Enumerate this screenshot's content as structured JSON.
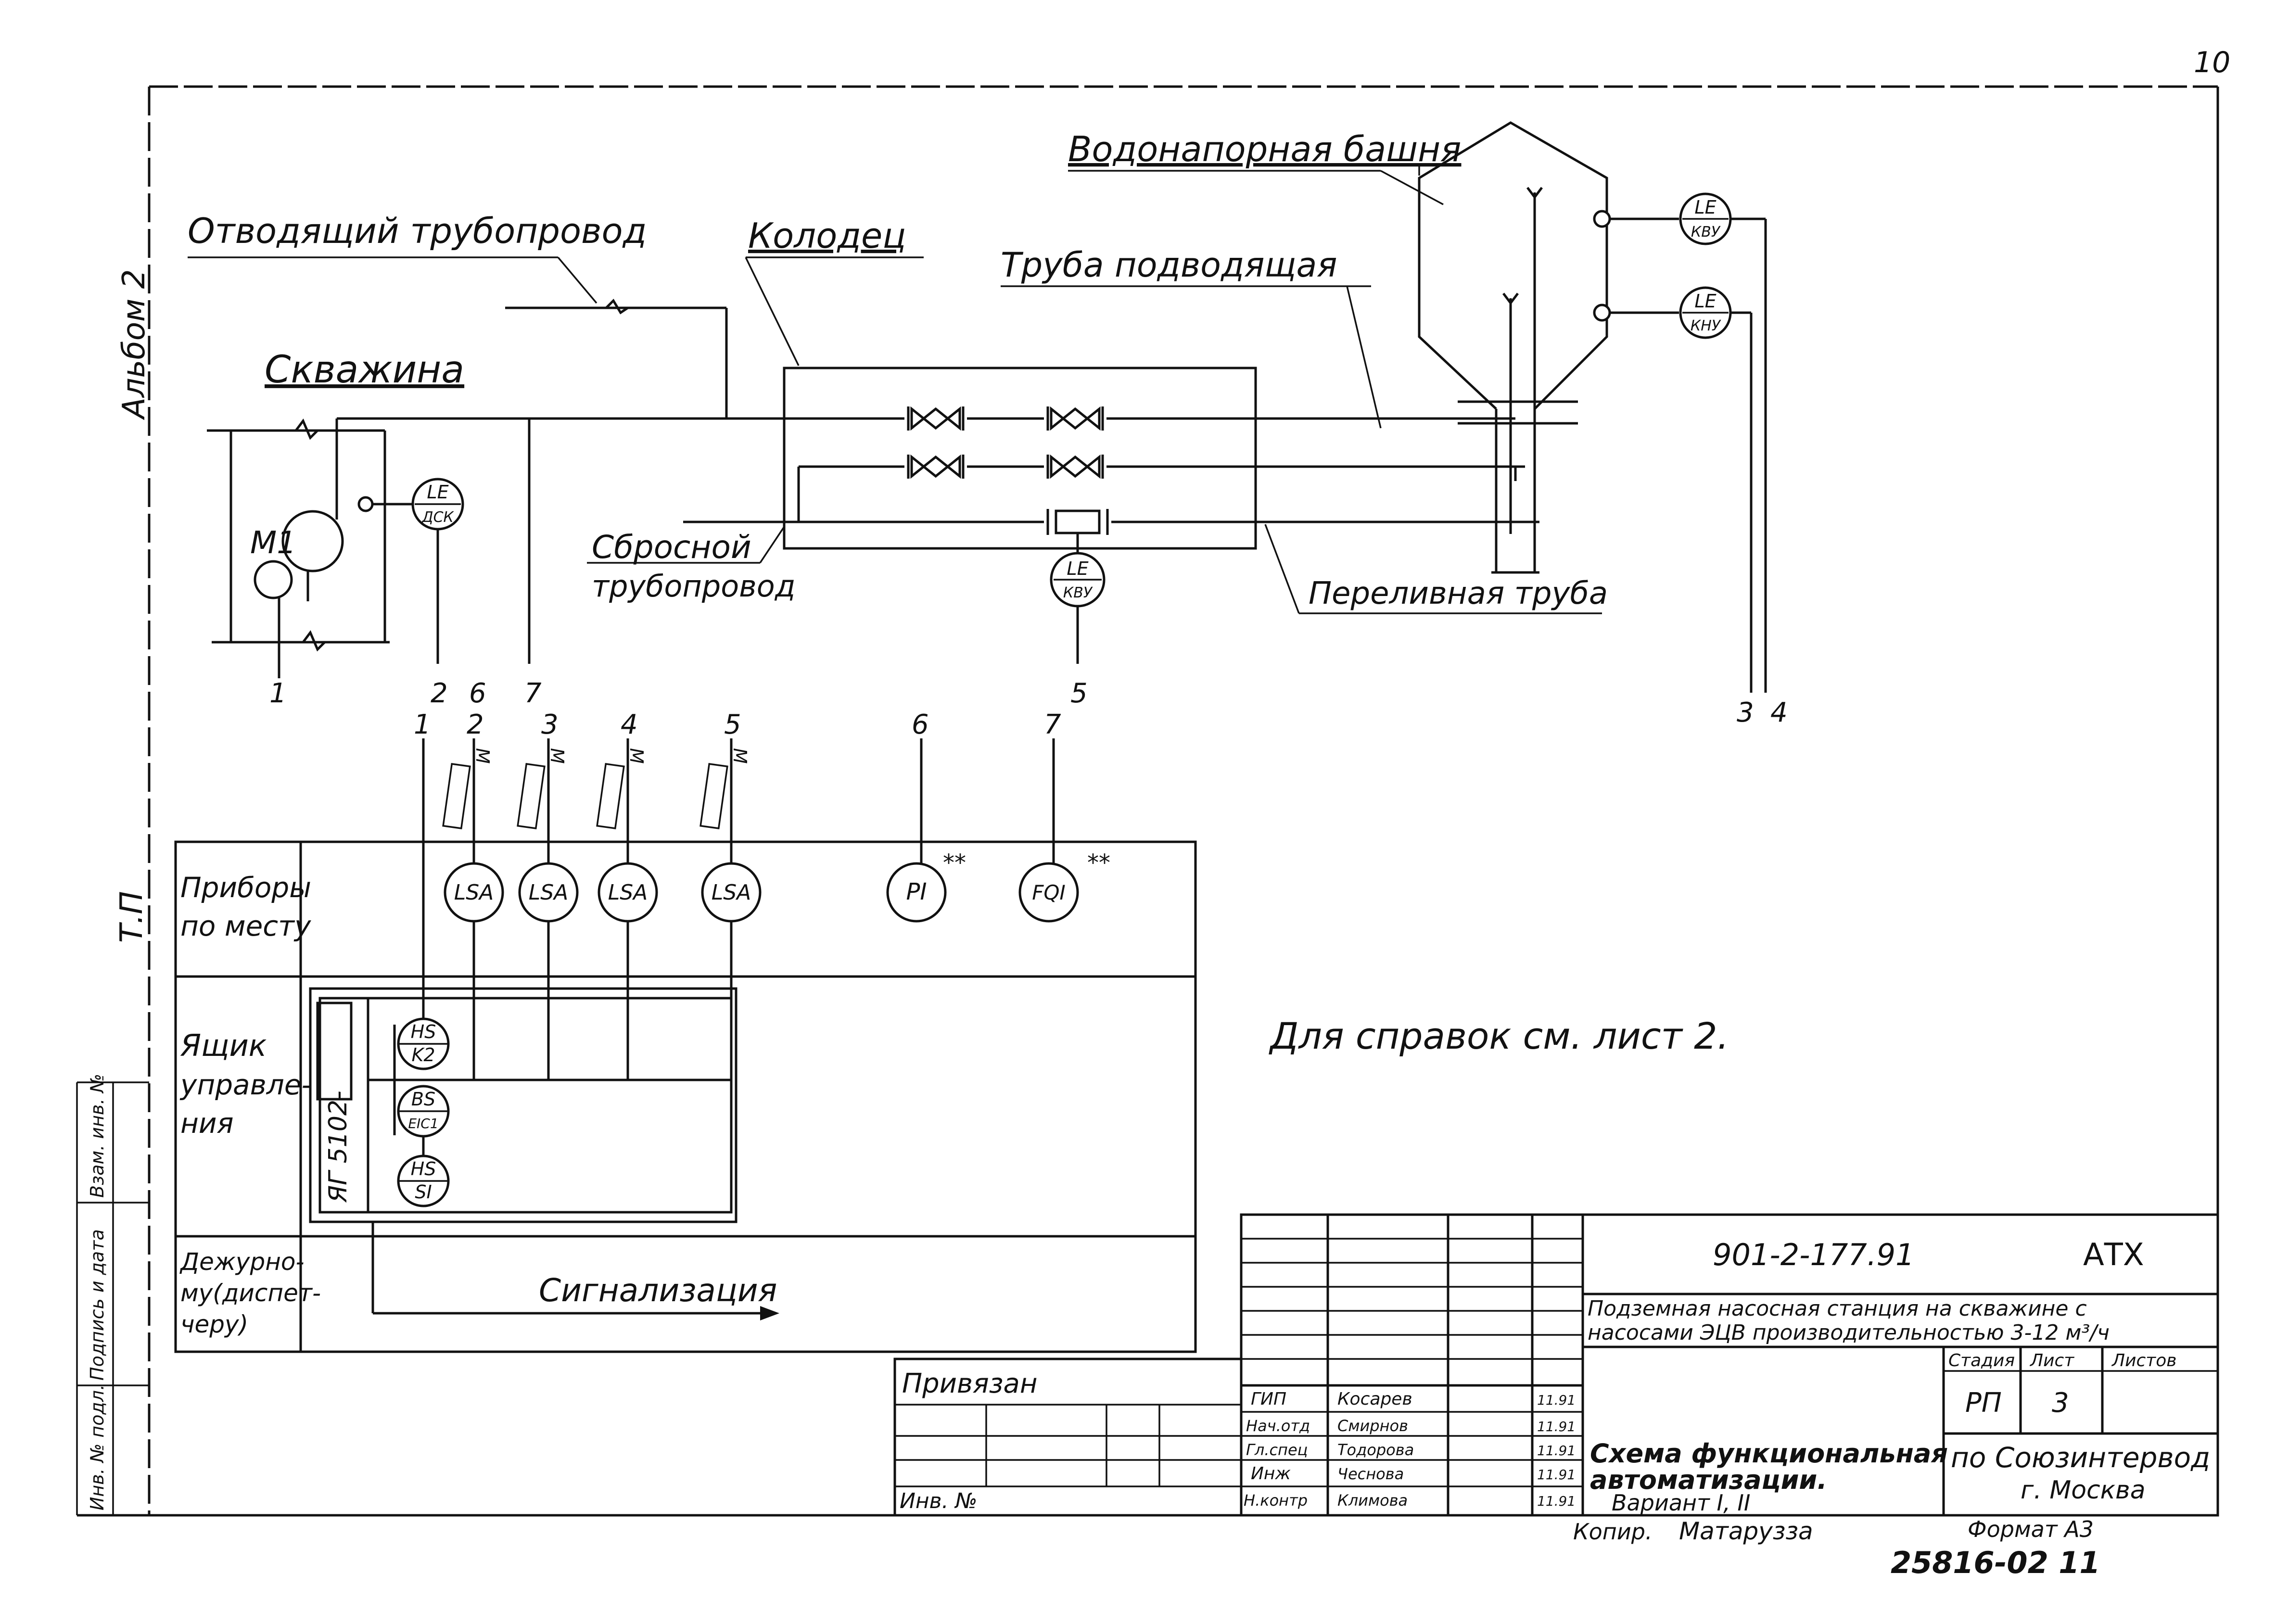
{
  "sheet_number": "10",
  "margin_labels": {
    "album": "Альбом 2",
    "tp": "Т.П",
    "inv_podl": "Инв. № подл.",
    "podpis": "Подпись и дата",
    "vzam": "Взам. инв. №"
  },
  "labels": {
    "water_tower": "Водонапорная башня",
    "discharge_pipe": "Отводящий трубопровод",
    "well_pit": "Колодец",
    "supply_pipe": "Труба подводящая",
    "borehole": "Скважина",
    "drain_pipe_1": "Сбросной",
    "drain_pipe_2": "трубопровод",
    "overflow_pipe": "Переливная труба",
    "pump": "М1",
    "reference_note": "Для справок см. лист 2.",
    "signal": "Сигнализация",
    "control_box_id": "ЯГ 5102-",
    "remark_mark": "**",
    "cable_mark": "М"
  },
  "field_instruments": [
    {
      "top": "LE",
      "bottom": "ДСК"
    },
    {
      "top": "LE",
      "bottom": "КВУ"
    },
    {
      "top": "LE",
      "bottom": "КВУ"
    },
    {
      "top": "LE",
      "bottom": "КНУ"
    }
  ],
  "line_numbers": {
    "field": [
      "1",
      "2",
      "6",
      "7",
      "5",
      "3",
      "4"
    ],
    "panel": [
      "1",
      "2",
      "3",
      "4",
      "5",
      "6",
      "7"
    ]
  },
  "rows": [
    {
      "line1": "Приборы",
      "line2": "по месту",
      "line3": ""
    },
    {
      "line1": "Ящик",
      "line2": "управле-",
      "line3": "ния"
    },
    {
      "line1": "Дежурно-",
      "line2": "му(диспет-",
      "line3": "черу)"
    }
  ],
  "panel_instruments": [
    "LSA",
    "LSA",
    "LSA",
    "LSA",
    "PI",
    "FQI"
  ],
  "box_instruments": [
    {
      "top": "HS",
      "bottom": "K2"
    },
    {
      "top": "BS",
      "bottom": "EIС1"
    },
    {
      "top": "HS",
      "bottom": "SI"
    }
  ],
  "title_block": {
    "code": "901-2-177.91",
    "mark": "АТХ",
    "description_1": "Подземная насосная станция на скважине с",
    "description_2": "насосами ЭЦВ производительностью 3-12 м³/ч",
    "stage_header": "Стадия",
    "sheet_header": "Лист",
    "sheets_header": "Листов",
    "stage": "РП",
    "sheet": "3",
    "sheets": "",
    "drawing_title_1": "Схема функциональная",
    "drawing_title_2": "автоматизации.",
    "drawing_title_3": "Вариант I, II",
    "org_1": "по Союзинтервод",
    "org_2": "г. Москва",
    "signers": [
      {
        "role": "ГИП",
        "name": "Косарев",
        "date": "11.91"
      },
      {
        "role": "Нач.отд",
        "name": "Смирнов",
        "date": "11.91"
      },
      {
        "role": "Гл.спец",
        "name": "Тодорова",
        "date": "11.91"
      },
      {
        "role": "Инж",
        "name": "Чеснова",
        "date": "11.91"
      },
      {
        "role": "Н.контр",
        "name": "Климова",
        "date": "11.91"
      }
    ],
    "privyazan": "Привязан",
    "inv_no": "Инв. №",
    "copied_label": "Копир.",
    "copied_name": "Матарузза",
    "format": "Формат А3",
    "archive_number": "25816-02  11"
  }
}
